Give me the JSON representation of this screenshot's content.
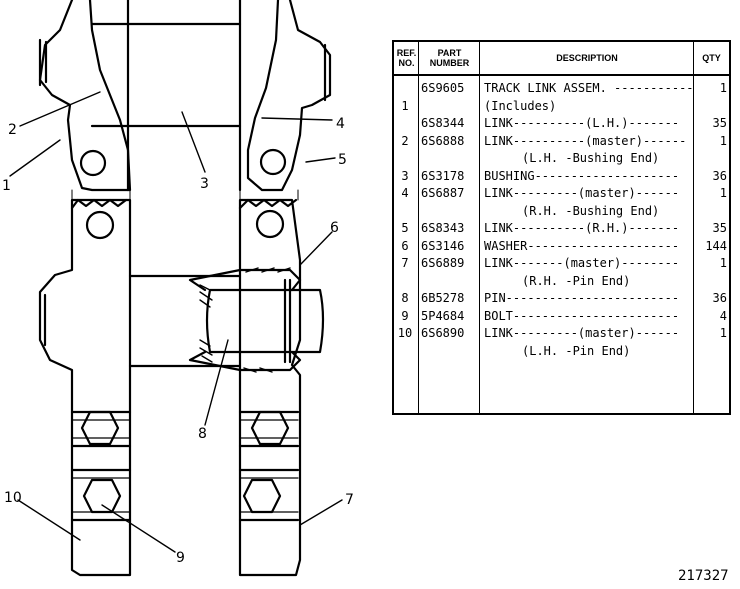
{
  "diagram": {
    "callouts": [
      "1",
      "2",
      "3",
      "4",
      "5",
      "6",
      "7",
      "8",
      "9",
      "10"
    ]
  },
  "table": {
    "headers": {
      "ref": "REF. NO.",
      "part": "PART NUMBER",
      "description": "DESCRIPTION",
      "qty": "QTY"
    },
    "rows": [
      {
        "ref": "",
        "part": "6S9605",
        "desc": "TRACK LINK ASSEM. ---------------",
        "qty": "1",
        "indent": false
      },
      {
        "ref": "1",
        "part": "",
        "desc": "(Includes)",
        "qty": "",
        "indent": false
      },
      {
        "ref": "",
        "part": "6S8344",
        "desc": "LINK----------(L.H.)-------",
        "qty": "35",
        "indent": false
      },
      {
        "ref": "2",
        "part": "6S6888",
        "desc": "LINK----------(master)------",
        "qty": "1",
        "indent": false
      },
      {
        "ref": "",
        "part": "",
        "desc": "(L.H. -Bushing End)",
        "qty": "",
        "indent": true
      },
      {
        "ref": "3",
        "part": "6S3178",
        "desc": "BUSHING--------------------",
        "qty": "36",
        "indent": false
      },
      {
        "ref": "4",
        "part": "6S6887",
        "desc": "LINK---------(master)------",
        "qty": "1",
        "indent": false
      },
      {
        "ref": "",
        "part": "",
        "desc": "(R.H. -Bushing End)",
        "qty": "",
        "indent": true
      },
      {
        "ref": "5",
        "part": "6S8343",
        "desc": "LINK----------(R.H.)-------",
        "qty": "35",
        "indent": false
      },
      {
        "ref": "6",
        "part": "6S3146",
        "desc": "WASHER---------------------",
        "qty": "144",
        "indent": false
      },
      {
        "ref": "7",
        "part": "6S6889",
        "desc": "LINK-------(master)--------",
        "qty": "1",
        "indent": false
      },
      {
        "ref": "",
        "part": "",
        "desc": "(R.H. -Pin End)",
        "qty": "",
        "indent": true
      },
      {
        "ref": "8",
        "part": "6B5278",
        "desc": "PIN------------------------",
        "qty": "36",
        "indent": false
      },
      {
        "ref": "9",
        "part": "5P4684",
        "desc": "BOLT-----------------------",
        "qty": "4",
        "indent": false
      },
      {
        "ref": "10",
        "part": "6S6890",
        "desc": "LINK---------(master)------",
        "qty": "1",
        "indent": false
      },
      {
        "ref": "",
        "part": "",
        "desc": "(L.H. -Pin End)",
        "qty": "",
        "indent": true
      }
    ]
  },
  "figure_number": "217327"
}
